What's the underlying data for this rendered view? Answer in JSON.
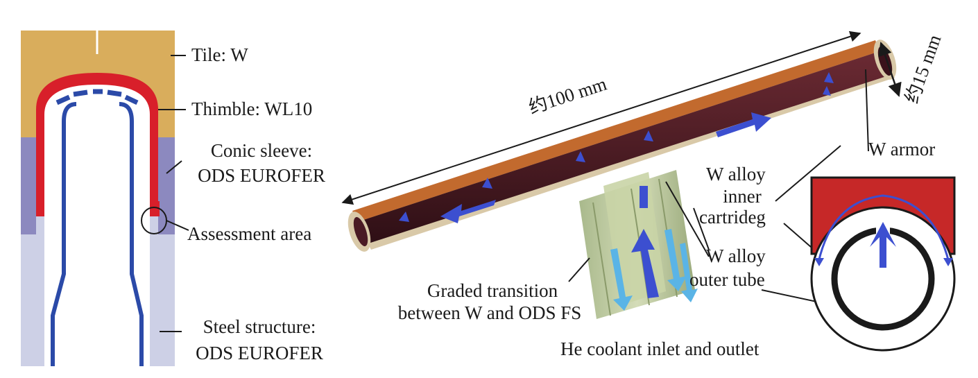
{
  "labels": {
    "tile": "Tile: W",
    "thimble": "Thimble: WL10",
    "conic_sleeve_1": "Conic sleeve:",
    "conic_sleeve_2": "ODS EUROFER",
    "assessment": "Assessment area",
    "steel_1": "Steel structure:",
    "steel_2": "ODS EUROFER",
    "length": "约100 mm",
    "diameter": "约15 mm",
    "w_armor": "W armor",
    "inner_1": "W alloy",
    "inner_2": "inner",
    "inner_3": "cartrideg",
    "outer_1": "W alloy",
    "outer_2": "outer tube",
    "graded_1": "Graded transition",
    "graded_2": "between W and ODS FS",
    "coolant": "He coolant inlet and outlet"
  },
  "colors": {
    "tile": "#d9ad5c",
    "thimble": "#d81f2a",
    "sleeve": "#8c89bf",
    "steel": "#cdd0e6",
    "cartridge": "#2b4aa8",
    "tube_inner": "#4a1a24",
    "armor": "#b0622a",
    "flow_arrow": "#3c4fd0",
    "outlet_arrow": "#5ab4e6",
    "section_armor": "#c62828"
  }
}
